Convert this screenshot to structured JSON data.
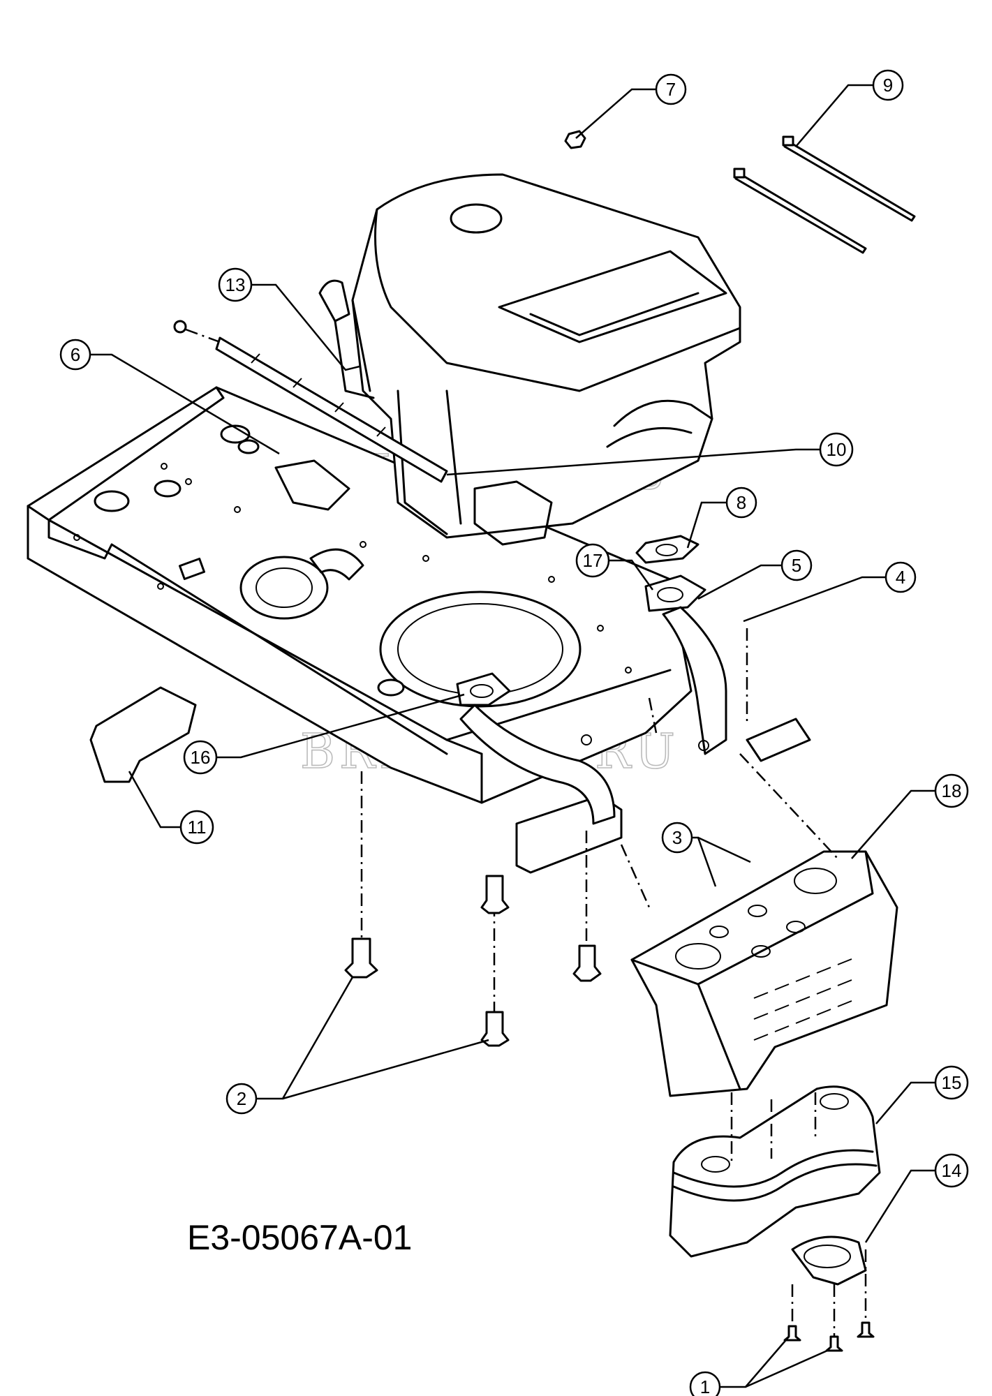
{
  "drawing": {
    "number": "E3-05067A-01",
    "watermark": "BRIZCOM.RU"
  },
  "callouts": [
    {
      "id": "c1",
      "label": "1"
    },
    {
      "id": "c2",
      "label": "2"
    },
    {
      "id": "c3",
      "label": "3"
    },
    {
      "id": "c4",
      "label": "4"
    },
    {
      "id": "c5",
      "label": "5"
    },
    {
      "id": "c6",
      "label": "6"
    },
    {
      "id": "c7",
      "label": "7"
    },
    {
      "id": "c8",
      "label": "8"
    },
    {
      "id": "c9",
      "label": "9"
    },
    {
      "id": "c10",
      "label": "10"
    },
    {
      "id": "c11",
      "label": "11"
    },
    {
      "id": "c13",
      "label": "13"
    },
    {
      "id": "c14",
      "label": "14"
    },
    {
      "id": "c15",
      "label": "15"
    },
    {
      "id": "c16",
      "label": "16"
    },
    {
      "id": "c17",
      "label": "17"
    },
    {
      "id": "c18",
      "label": "18"
    }
  ]
}
